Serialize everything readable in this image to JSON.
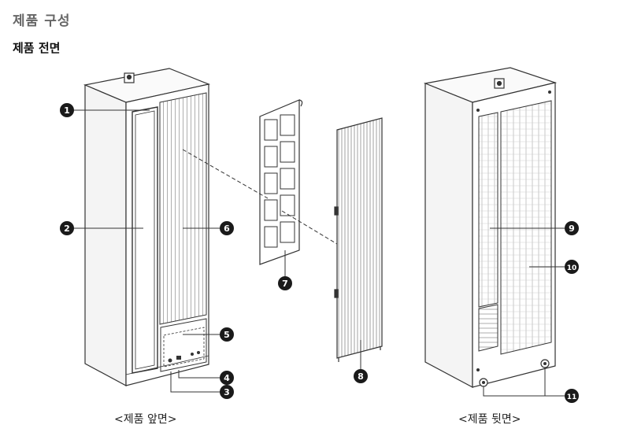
{
  "header": {
    "title": "제품 구성",
    "subtitle": "제품 전면"
  },
  "captions": {
    "front": "<제품 앞면>",
    "back": "<제품 뒷면>"
  },
  "callouts": [
    "1",
    "2",
    "3",
    "4",
    "5",
    "6",
    "7",
    "8",
    "9",
    "10",
    "11"
  ]
}
